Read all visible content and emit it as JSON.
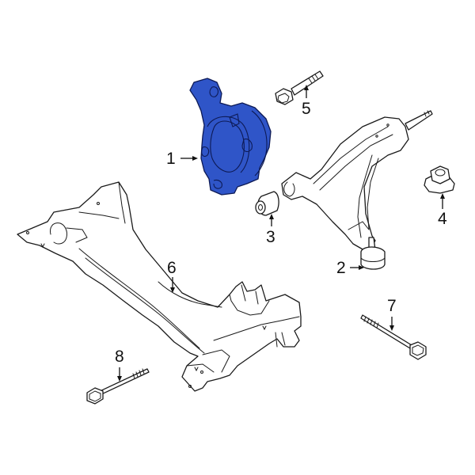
{
  "diagram": {
    "highlight_color": "#2f55c8",
    "background": "#ffffff",
    "highlighted_part": "1",
    "callouts": [
      {
        "id": "1",
        "label": "1",
        "part": "steering-knuckle"
      },
      {
        "id": "2",
        "label": "2",
        "part": "lower-control-arm"
      },
      {
        "id": "3",
        "label": "3",
        "part": "control-arm-bushing"
      },
      {
        "id": "4",
        "label": "4",
        "part": "flange-nut"
      },
      {
        "id": "5",
        "label": "5",
        "part": "knuckle-bolt"
      },
      {
        "id": "6",
        "label": "6",
        "part": "front-subframe"
      },
      {
        "id": "7",
        "label": "7",
        "part": "subframe-bolt-rear"
      },
      {
        "id": "8",
        "label": "8",
        "part": "subframe-bolt-front"
      }
    ]
  }
}
